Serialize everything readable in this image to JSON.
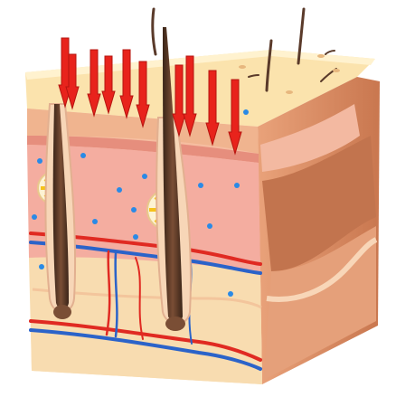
{
  "figure": {
    "subject": "skin-cross-section",
    "layers": [
      "epidermis",
      "dermis",
      "hypodermis"
    ],
    "arrows": {
      "count": 10,
      "color": "#e8231c",
      "direction": "down"
    },
    "colors": {
      "surface": "#fbe6b3",
      "epidermis": "#f1c3a0",
      "dermis": "#f3a99e",
      "hypodermis": "#f6deb2",
      "side_outer": "#d98b5f",
      "side_inner": "#b86a45",
      "hair": "#5a3a2a",
      "artery": "#e02a22",
      "vein": "#2b63c9",
      "droplet": "#2a8ae6",
      "gland": "#f6d64a"
    },
    "hairs": {
      "count": 6
    },
    "glands": {
      "count": 2
    }
  }
}
